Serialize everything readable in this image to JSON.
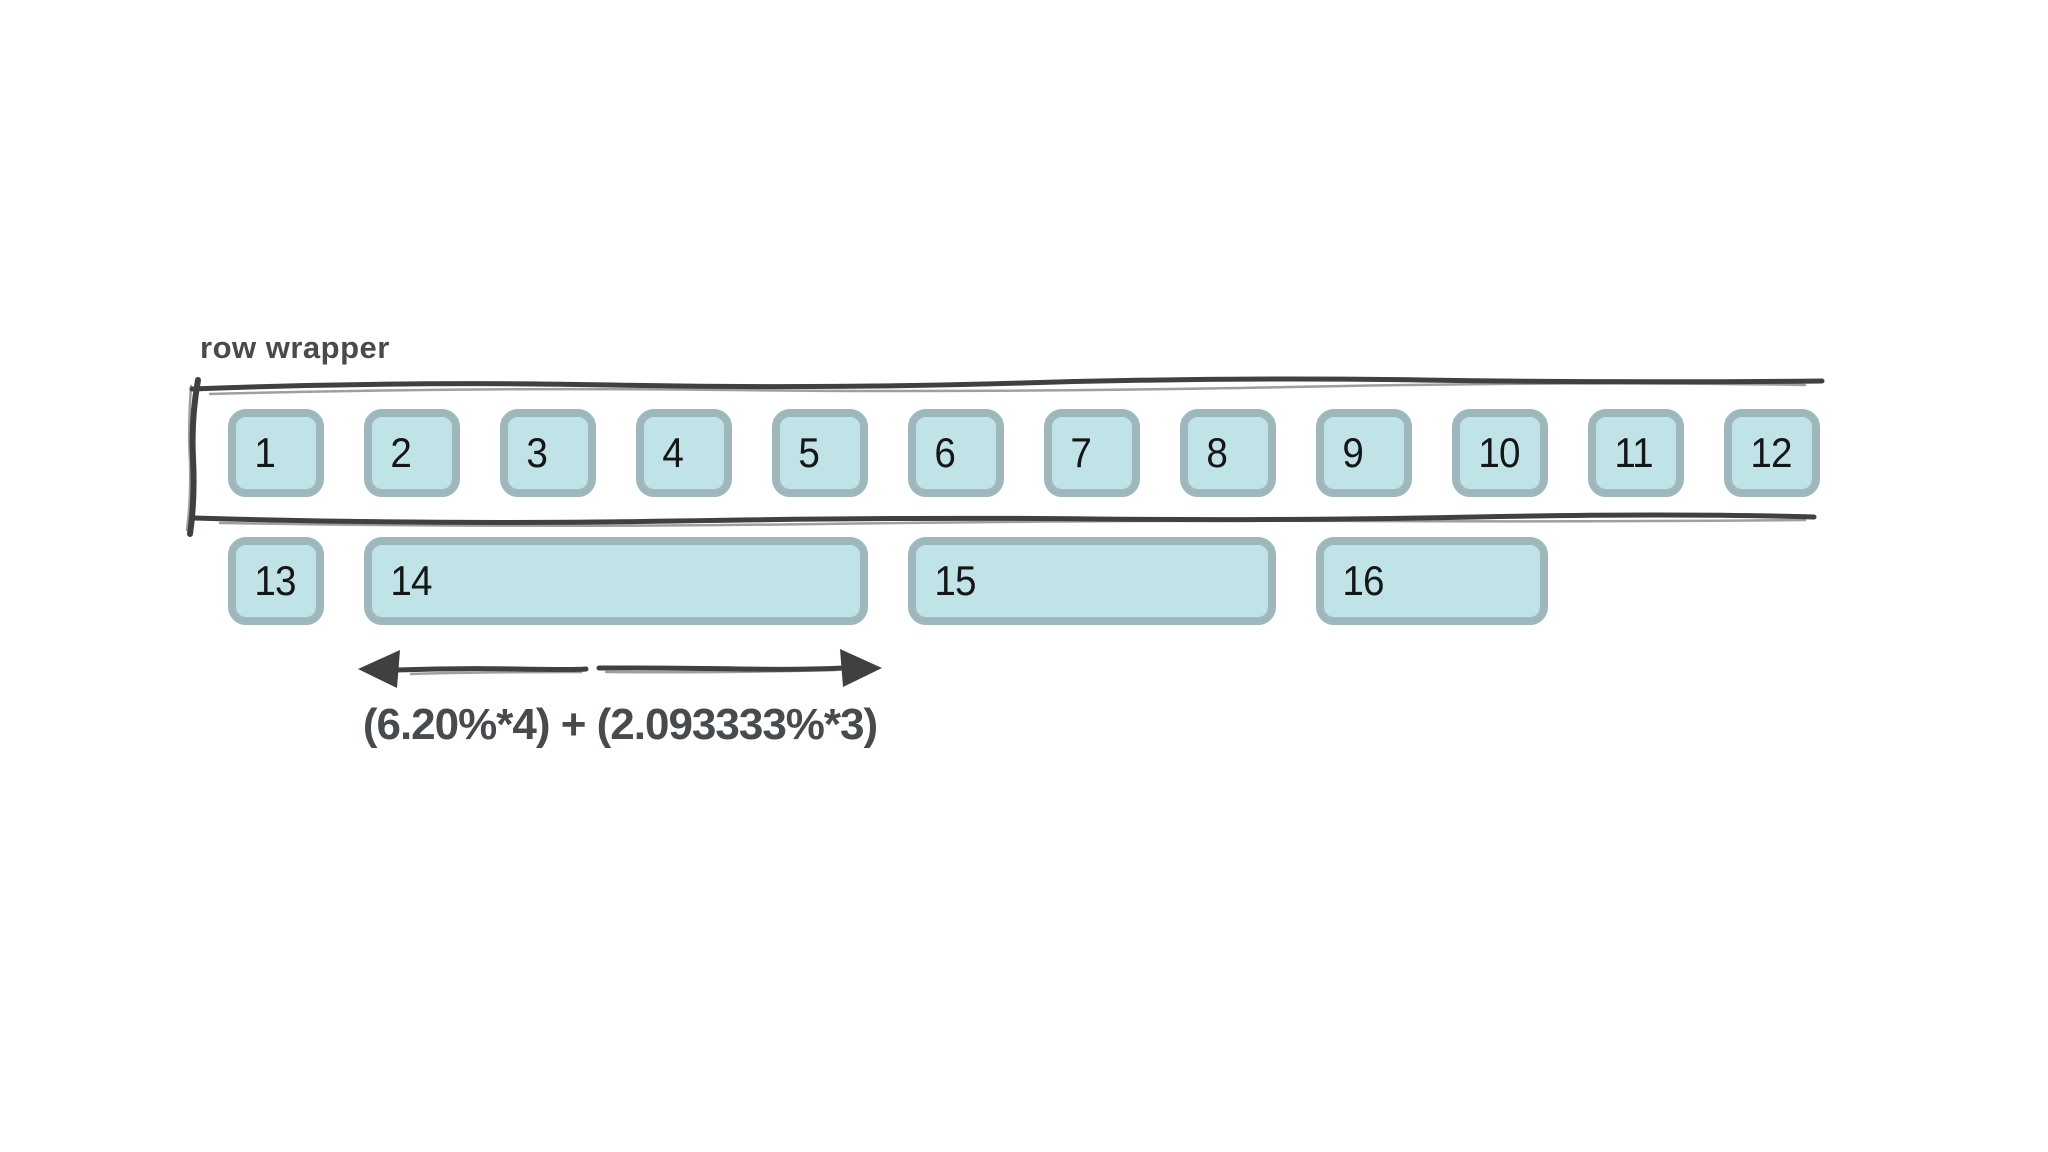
{
  "labels": {
    "wrapper_label": "row wrapper",
    "formula": "(6.20%*4) + (2.093333%*3)"
  },
  "grid": {
    "row1_cells": [
      {
        "label": "1",
        "span": 1
      },
      {
        "label": "2",
        "span": 1
      },
      {
        "label": "3",
        "span": 1
      },
      {
        "label": "4",
        "span": 1
      },
      {
        "label": "5",
        "span": 1
      },
      {
        "label": "6",
        "span": 1
      },
      {
        "label": "7",
        "span": 1
      },
      {
        "label": "8",
        "span": 1
      },
      {
        "label": "9",
        "span": 1
      },
      {
        "label": "10",
        "span": 1
      },
      {
        "label": "11",
        "span": 1
      },
      {
        "label": "12",
        "span": 1
      }
    ],
    "row2_cells": [
      {
        "label": "13",
        "span": 1
      },
      {
        "label": "14",
        "span": 4
      },
      {
        "label": "15",
        "span": 3
      },
      {
        "label": "16",
        "span": 2
      }
    ]
  },
  "icons": {
    "measure_arrow": "double-headed-horizontal-arrow",
    "wrapper_outline": "hand-drawn-rectangle-open-right"
  },
  "colors": {
    "background": "#ffffff",
    "cell_fill": "#bfe3e7",
    "cell_border": "#9eb7bc",
    "sketch": "#3e4042",
    "label_text": "#4a4a4a",
    "formula_text": "#474b4e",
    "number_text": "#161616"
  }
}
